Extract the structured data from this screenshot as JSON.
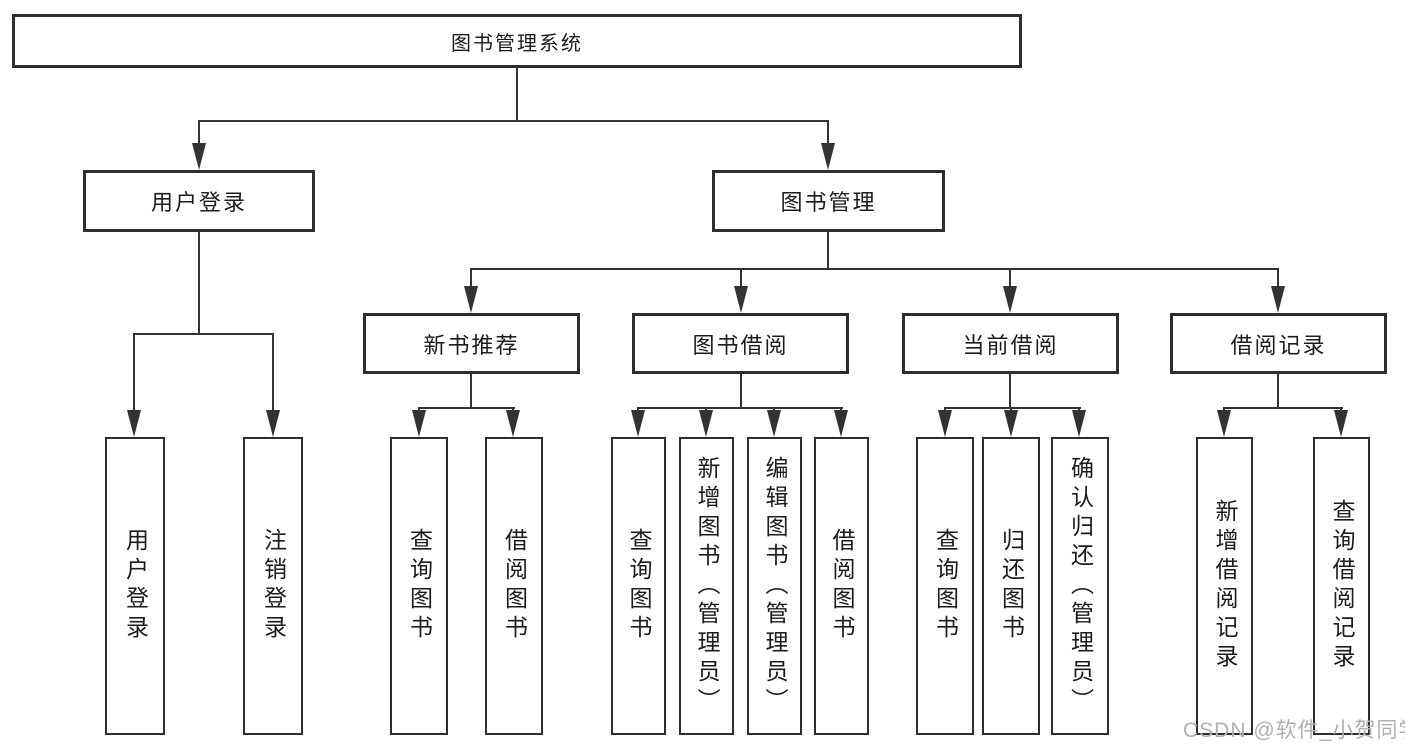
{
  "tree": {
    "root": "图书管理系统",
    "login": {
      "label": "用户登录",
      "children": [
        "用户登录",
        "注销登录"
      ]
    },
    "management": {
      "label": "图书管理",
      "groups": [
        {
          "label": "新书推荐",
          "children": [
            "查询图书",
            "借阅图书"
          ]
        },
        {
          "label": "图书借阅",
          "children": [
            "查询图书",
            "新增图书（管理员）",
            "编辑图书（管理员）",
            "借阅图书"
          ]
        },
        {
          "label": "当前借阅",
          "children": [
            "查询图书",
            "归还图书",
            "确认归还（管理员）"
          ]
        },
        {
          "label": "借阅记录",
          "children": [
            "新增借阅记录",
            "查询借阅记录"
          ]
        }
      ]
    }
  },
  "watermark": {
    "text": "CSDN @软件_小贺同学"
  },
  "colors": {
    "line": "#333333",
    "box_border": "#2e2e2e",
    "box_fill": "#ffffff",
    "text": "#1c1c1c",
    "watermark": "#b0b0b0",
    "background": "#ffffff"
  }
}
